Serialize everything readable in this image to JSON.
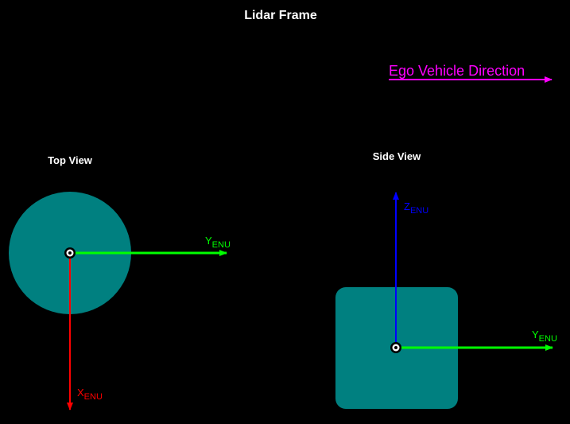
{
  "title": "Lidar Frame",
  "direction_label": "Ego Vehicle Direction",
  "top_view": {
    "label": "Top View",
    "y_axis": {
      "main": "Y",
      "sub": "ENU"
    },
    "x_axis": {
      "main": "X",
      "sub": "ENU"
    }
  },
  "side_view": {
    "label": "Side View",
    "z_axis": {
      "main": "Z",
      "sub": "ENU"
    },
    "y_axis": {
      "main": "Y",
      "sub": "ENU"
    }
  },
  "colors": {
    "background": "#000000",
    "body": "#008080",
    "x_axis": "#ff0000",
    "y_axis": "#00ff00",
    "z_axis": "#0000ff",
    "direction": "#ff00ff"
  }
}
